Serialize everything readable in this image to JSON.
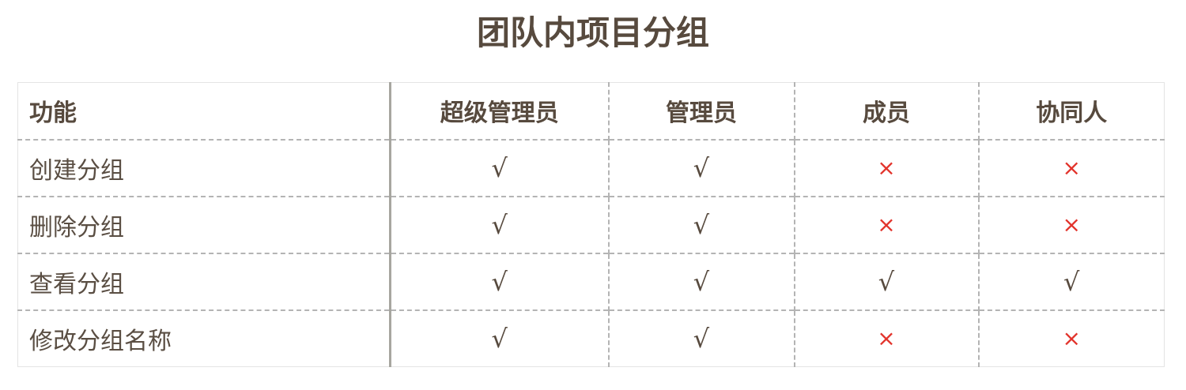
{
  "title": "团队内项目分组",
  "marks": {
    "yes": "√",
    "no": "×"
  },
  "colors": {
    "text": "#574a3e",
    "no_mark": "#e2332b",
    "grid": "#b4b4b4"
  },
  "table": {
    "headers": [
      "功能",
      "超级管理员",
      "管理员",
      "成员",
      "协同人"
    ],
    "rows": [
      {
        "feature": "创建分组",
        "perms": [
          true,
          true,
          false,
          false
        ]
      },
      {
        "feature": "删除分组",
        "perms": [
          true,
          true,
          false,
          false
        ]
      },
      {
        "feature": "查看分组",
        "perms": [
          true,
          true,
          true,
          true
        ]
      },
      {
        "feature": "修改分组名称",
        "perms": [
          true,
          true,
          false,
          false
        ]
      }
    ]
  }
}
